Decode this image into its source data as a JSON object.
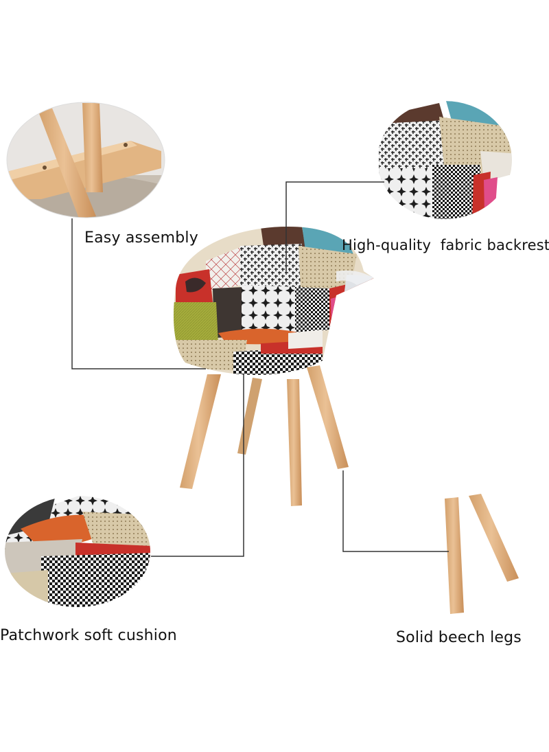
{
  "features": {
    "assembly": "Easy assembly",
    "backrest": "High-quality  fabric backrest",
    "cushion": "Patchwork soft cushion",
    "legs": "Solid beech legs"
  },
  "colors": {
    "wood": "#e2b583",
    "wood_dark": "#c9955f",
    "patch_red": "#c8312a",
    "patch_orange": "#d9642c",
    "patch_green": "#a6ad3c",
    "patch_teal": "#5aa5b5",
    "patch_brown": "#5b3a2e",
    "patch_cream": "#e7dcc7",
    "callout_line": "#333333"
  }
}
